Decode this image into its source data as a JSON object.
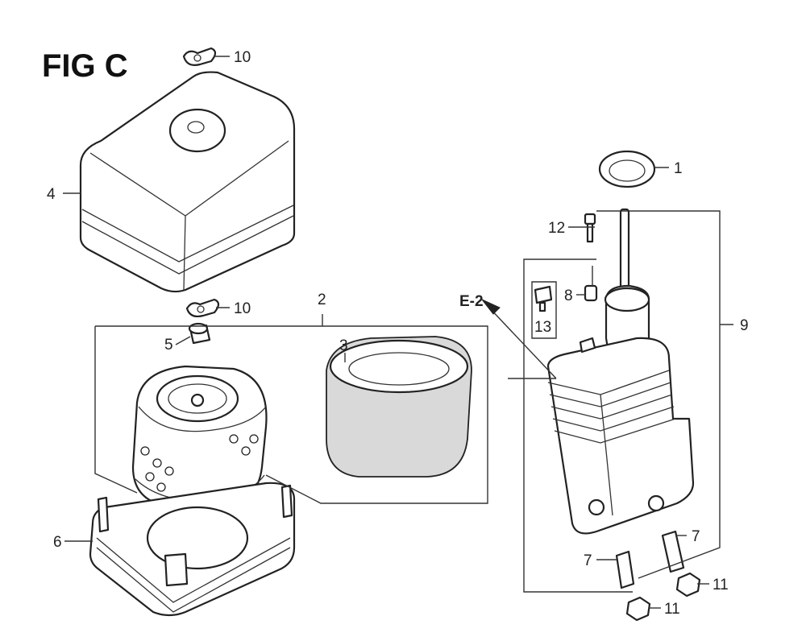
{
  "figure": {
    "title": "FIG C"
  },
  "cross_ref": {
    "label": "E-2"
  },
  "callouts": {
    "p1": "1",
    "p2": "2",
    "p3": "3",
    "p4": "4",
    "p5": "5",
    "p6": "6",
    "p7a": "7",
    "p7b": "7",
    "p8": "8",
    "p9": "9",
    "p10a": "10",
    "p10b": "10",
    "p11a": "11",
    "p11b": "11",
    "p12": "12",
    "p13": "13"
  }
}
